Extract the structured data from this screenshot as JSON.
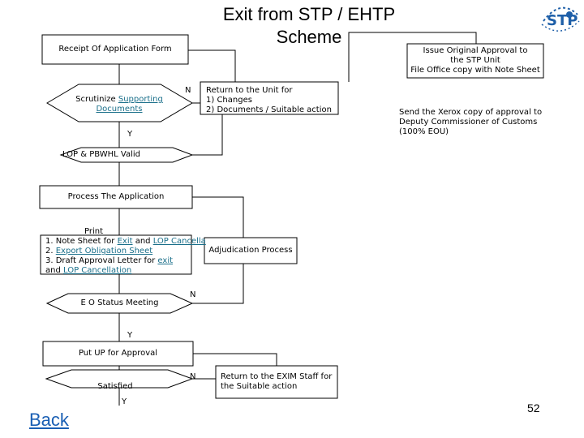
{
  "title": "Exit from STP / EHTP Scheme",
  "logo": {
    "text": "STP",
    "icon": "stp-logo"
  },
  "nodes": {
    "receipt": "Receipt Of Application Form",
    "scrutinize_pre": "Scrutinize ",
    "scrutinize_link1": "Supporting",
    "scrutinize_link2": "Documents",
    "return_unit": [
      "Return to the Unit for",
      "1) Changes",
      "2) Documents / Suitable action"
    ],
    "issue_original": [
      "Issue Original Approval to",
      "the STP Unit",
      "File Office copy with Note Sheet"
    ],
    "send_xerox": [
      "Send the Xerox copy of approval to",
      "Deputy Commissioner of Customs",
      "(100% EOU)"
    ],
    "lop_valid": "LOP & PBWHL Valid",
    "process_app": "Process The Application",
    "print_head": "Print",
    "print_1_pre": "1. Note Sheet for ",
    "print_1_exit": "Exit",
    "print_1_and": " and ",
    "print_1_lop": "LOP Cancella",
    "print_2_pre": "2. ",
    "print_2_link": "Export Obligation Sheet",
    "print_3_pre": "3. Draft Approval Letter for ",
    "print_3_link": "exit",
    "print_4_pre": "and ",
    "print_4_link": "LOP Cancellation",
    "adjudication": "Adjudication Process",
    "eo_status": "E O Status Meeting",
    "put_up": "Put UP for Approval",
    "satisfied": "Satisfied",
    "return_exim": [
      "Return to the EXIM Staff for",
      "the Suitable action"
    ]
  },
  "labels": {
    "n1": "N",
    "y1": "Y",
    "n2": "N",
    "y2": "Y",
    "n3": "N",
    "y3": "Y"
  },
  "footer": {
    "back": "Back",
    "page_number": "52"
  },
  "colors": {
    "link": "#1a6f8a",
    "back_link": "#1a5fb4",
    "logo_blue": "#1e5fa8"
  }
}
